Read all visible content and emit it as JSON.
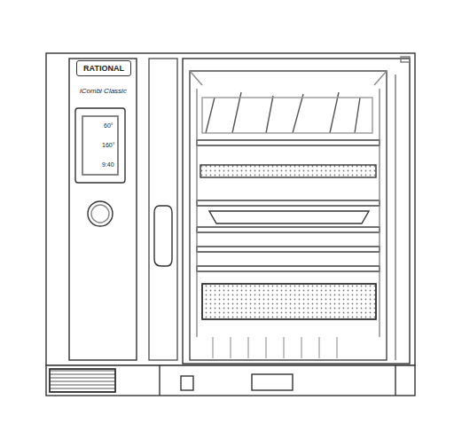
{
  "diagram": {
    "nodes": [
      {
        "text": [
          "RATIONAL"
        ]
      }
    ],
    "labels": [
      "iCombi Classic",
      "60°",
      "160°",
      "9:40"
    ]
  }
}
